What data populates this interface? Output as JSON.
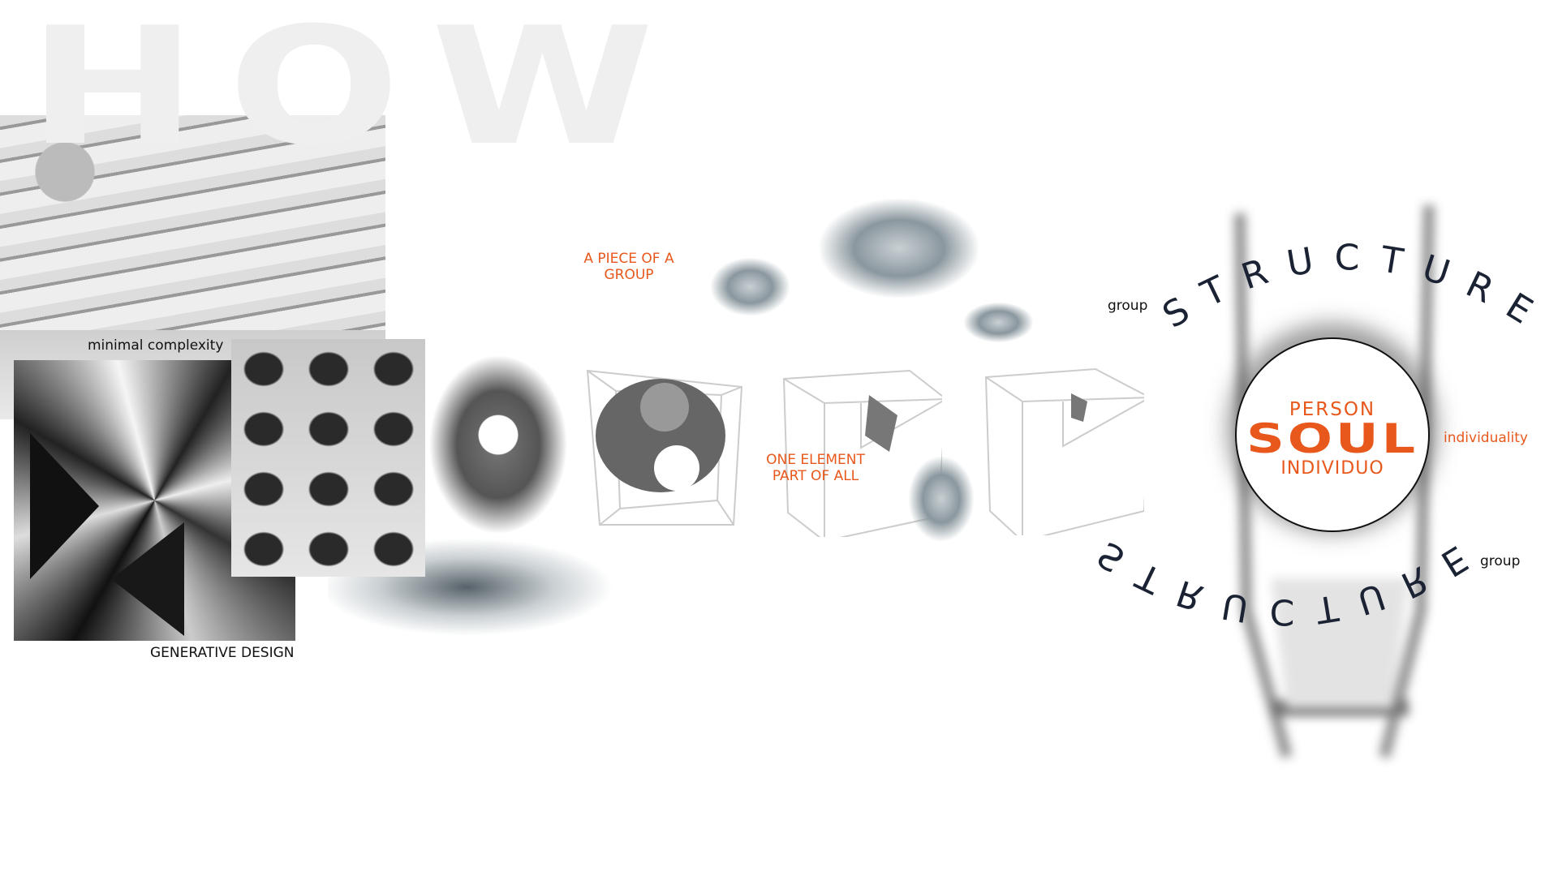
{
  "heading": "HOW",
  "labels": {
    "minimal_complexity": "minimal complexity",
    "generative_design": "GENERATIVE DESIGN",
    "piece_of_group_line1": "A PIECE OF A",
    "piece_of_group_line2": "GROUP",
    "one_element_line1": "ONE ELEMENT",
    "one_element_line2": "PART OF ALL"
  },
  "diagram": {
    "arc_top": "STRUCTURE",
    "arc_bottom": "STRUCTURE",
    "center_top": "PERSON",
    "center_main": "SOUL",
    "center_bottom": "INDIVIDUO",
    "left_label": "group",
    "right_label": "individuality",
    "bottom_right_label": "group"
  },
  "colors": {
    "accent": "#e8581c",
    "dark": "#1a2233",
    "heading": "#efefef"
  }
}
